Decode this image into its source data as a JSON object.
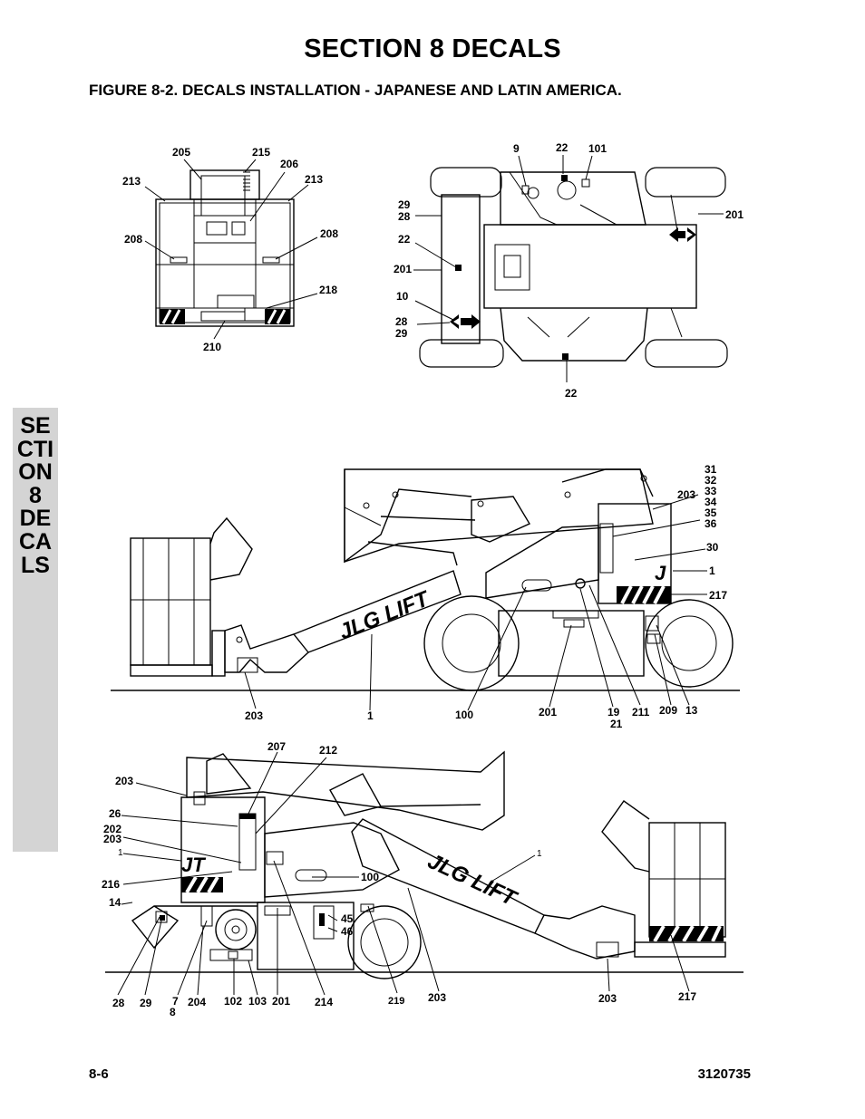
{
  "header": {
    "section_title": "SECTION 8  DECALS",
    "figure_title": "FIGURE 8-2.    DECALS INSTALLATION - JAPANESE AND LATIN AMERICA."
  },
  "side_tab": {
    "text": "SECTION 8 DECALS"
  },
  "footer": {
    "page_number": "8-6",
    "doc_number": "3120735"
  },
  "views": {
    "platform_front": {
      "callouts": [
        "205",
        "215",
        "206",
        "213",
        "213",
        "208",
        "208",
        "218",
        "210"
      ]
    },
    "top_view": {
      "callouts": [
        "9",
        "22",
        "101",
        "29",
        "28",
        "201",
        "22",
        "201",
        "10",
        "28",
        "29",
        "22"
      ]
    },
    "side_view_right": {
      "brand_text": "JLG LIFT",
      "callouts": [
        "31",
        "32",
        "33",
        "34",
        "35",
        "36",
        "203",
        "30",
        "1",
        "217",
        "203",
        "1",
        "100",
        "201",
        "19",
        "21",
        "211",
        "209",
        "13"
      ]
    },
    "side_view_left": {
      "brand_text": "JLG LIFT",
      "callouts": [
        "207",
        "212",
        "203",
        "26",
        "202",
        "203",
        "1",
        "216",
        "14",
        "100",
        "1",
        "45",
        "46",
        "28",
        "29",
        "7",
        "8",
        "204",
        "102",
        "103",
        "201",
        "214",
        "219",
        "203",
        "203",
        "217"
      ]
    }
  }
}
